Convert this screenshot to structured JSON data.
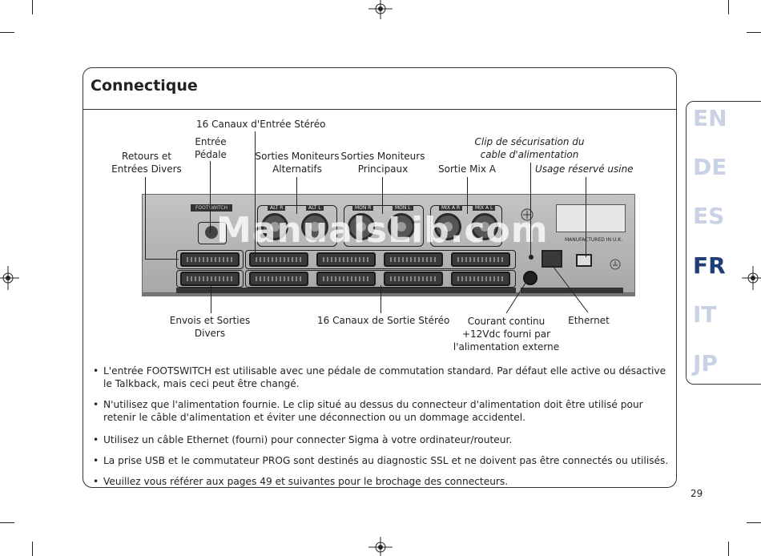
{
  "section_title": "Connectique",
  "languages": [
    {
      "code": "EN",
      "active": false
    },
    {
      "code": "DE",
      "active": false
    },
    {
      "code": "ES",
      "active": false
    },
    {
      "code": "FR",
      "active": true
    },
    {
      "code": "IT",
      "active": false
    },
    {
      "code": "JP",
      "active": false
    }
  ],
  "labels": {
    "stereo_inputs": "16 Canaux d'Entrée Stéréo",
    "pedal_input_1": "Entrée",
    "pedal_input_2": "Pédale",
    "misc_returns_1": "Retours et",
    "misc_returns_2": "Entrées Divers",
    "alt_monitors_1": "Sorties Moniteurs",
    "alt_monitors_2": "Alternatifs",
    "main_monitors_1": "Sorties Moniteurs",
    "main_monitors_2": "Principaux",
    "mix_out": "Sortie Mix A",
    "power_clip_1": "Clip de sécurisation du",
    "power_clip_2": "cable d'alimentation",
    "factory_use": "Usage réservé usine",
    "misc_sends_1": "Envois et Sorties",
    "misc_sends_2": "Divers",
    "stereo_outputs": "16 Canaux de Sortie Stéréo",
    "dc_power_1": "Courant continu",
    "dc_power_2": "+12Vdc fourni par",
    "dc_power_3": "l'alimentation externe",
    "ethernet": "Ethernet"
  },
  "device_labels": {
    "footswitch": "FOOTSWITCH",
    "alt_r": "ALT R",
    "alt_l": "ALT L",
    "mon_r": "MON R",
    "mon_l": "MON L",
    "mix_a_r": "MIX A R",
    "mix_a_l": "MIX A L",
    "manufactured": "MANUFACTURED IN U.K."
  },
  "watermark": "ManualsLib.com",
  "bullets": [
    "L'entrée FOOTSWITCH est utilisable avec une pédale de commutation standard. Par défaut elle active ou désactive le Talkback, mais ceci peut être changé.",
    "N'utilisez que l'alimentation fournie. Le clip situé au dessus du connecteur d'alimentation doit être utilisé pour retenir le câble d'alimentation et éviter une déconnection ou un dommage accidentel.",
    "Utilisez un câble Ethernet (fourni) pour connecter Sigma à votre ordinateur/routeur.",
    "La prise USB et le commutateur PROG sont destinés au diagnostic SSL et ne doivent pas être connectés ou utilisés.",
    "Veuillez vous référer aux pages 49 et suivantes pour le brochage des connecteurs."
  ],
  "page_number": "29"
}
